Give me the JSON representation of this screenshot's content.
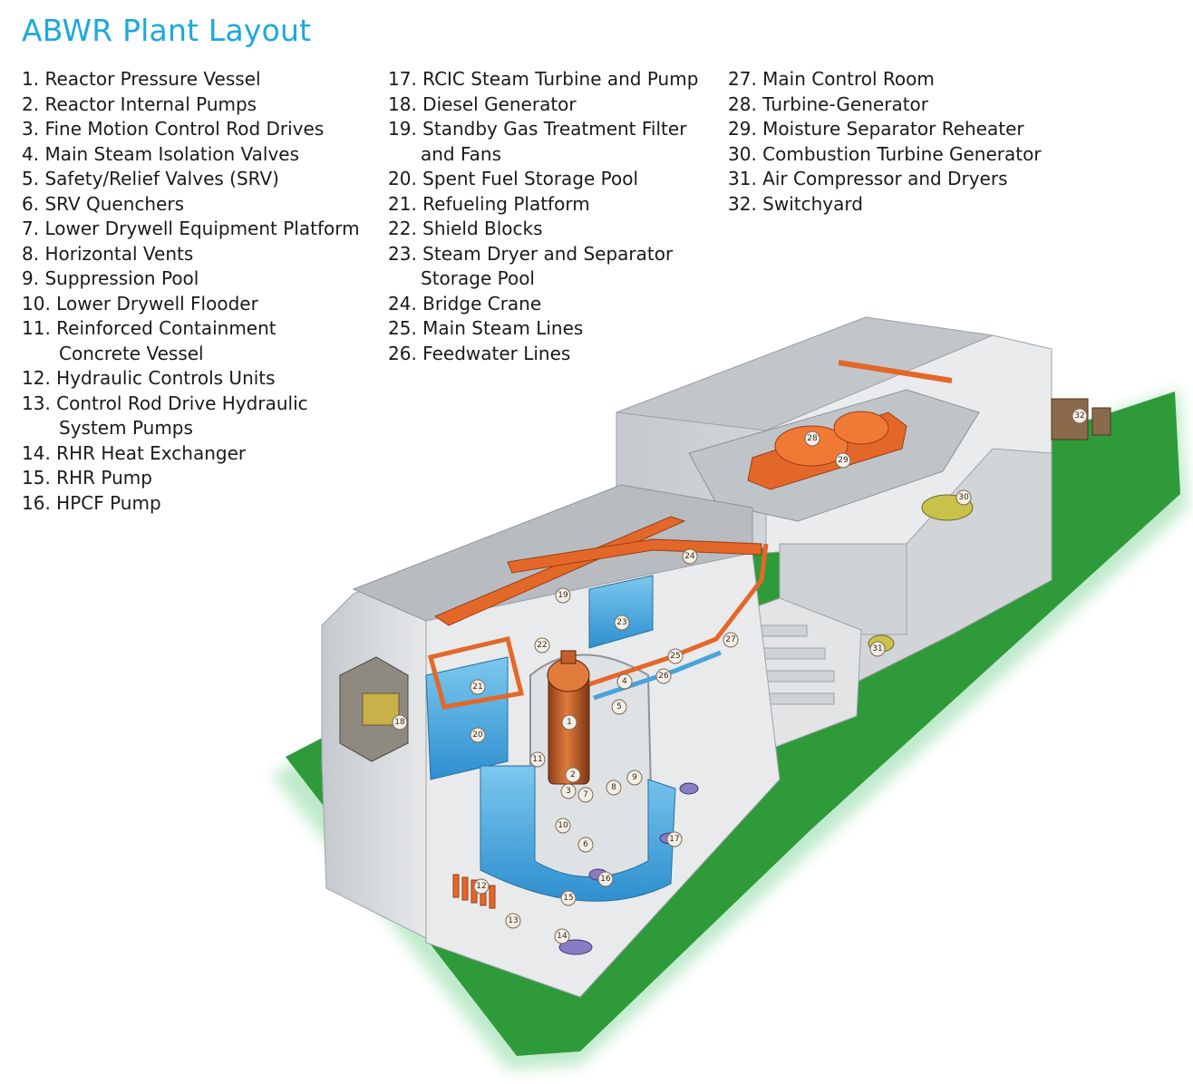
{
  "title": "ABWR Plant Layout",
  "legend": {
    "column1": [
      {
        "number": "1.",
        "text": "Reactor Pressure Vessel"
      },
      {
        "number": "2.",
        "text": "Reactor Internal Pumps"
      },
      {
        "number": "3.",
        "text": "Fine Motion Control Rod Drives"
      },
      {
        "number": "4.",
        "text": "Main Steam Isolation Valves"
      },
      {
        "number": "5.",
        "text": "Safety/Relief Valves (SRV)"
      },
      {
        "number": "6.",
        "text": "SRV Quenchers"
      },
      {
        "number": "7.",
        "text": "Lower Drywell Equipment Platform"
      },
      {
        "number": "8.",
        "text": "Horizontal Vents"
      },
      {
        "number": "9.",
        "text": "Suppression Pool"
      },
      {
        "number": "10.",
        "text": "Lower Drywell Flooder"
      },
      {
        "number": "11.",
        "text": "Reinforced Containment",
        "cont": "Concrete Vessel"
      },
      {
        "number": "12.",
        "text": "Hydraulic Controls Units"
      },
      {
        "number": "13.",
        "text": "Control Rod Drive Hydraulic",
        "cont": "System Pumps"
      },
      {
        "number": "14.",
        "text": "RHR Heat Exchanger"
      },
      {
        "number": "15.",
        "text": "RHR Pump"
      },
      {
        "number": "16.",
        "text": "HPCF Pump"
      }
    ],
    "column2": [
      {
        "number": "17.",
        "text": "RCIC Steam Turbine and Pump"
      },
      {
        "number": "18.",
        "text": "Diesel Generator"
      },
      {
        "number": "19.",
        "text": "Standby Gas Treatment Filter",
        "cont": "and Fans"
      },
      {
        "number": "20.",
        "text": "Spent Fuel Storage Pool"
      },
      {
        "number": "21.",
        "text": "Refueling Platform"
      },
      {
        "number": "22.",
        "text": "Shield Blocks"
      },
      {
        "number": "23.",
        "text": "Steam Dryer and Separator",
        "cont": "Storage Pool"
      },
      {
        "number": "24.",
        "text": "Bridge Crane"
      },
      {
        "number": "25.",
        "text": "Main Steam Lines"
      },
      {
        "number": "26.",
        "text": "Feedwater Lines"
      }
    ],
    "column3": [
      {
        "number": "27.",
        "text": "Main Control Room"
      },
      {
        "number": "28.",
        "text": "Turbine-Generator"
      },
      {
        "number": "29.",
        "text": "Moisture Separator Reheater"
      },
      {
        "number": "30.",
        "text": "Combustion Turbine Generator"
      },
      {
        "number": "31.",
        "text": "Air Compressor and Dryers"
      },
      {
        "number": "32.",
        "text": "Switchyard"
      }
    ]
  },
  "callouts": [
    "1",
    "2",
    "3",
    "4",
    "5",
    "6",
    "7",
    "8",
    "9",
    "10",
    "11",
    "12",
    "13",
    "14",
    "15",
    "16",
    "17",
    "18",
    "19",
    "20",
    "21",
    "22",
    "23",
    "24",
    "25",
    "26",
    "27",
    "28",
    "29",
    "30",
    "31",
    "32"
  ],
  "colors": {
    "title": "#1ba8e0",
    "ground": "#2f9a3a",
    "equipment": "#e4672a",
    "pool": "#4fb0e3",
    "wall": "#d6d9dc"
  }
}
